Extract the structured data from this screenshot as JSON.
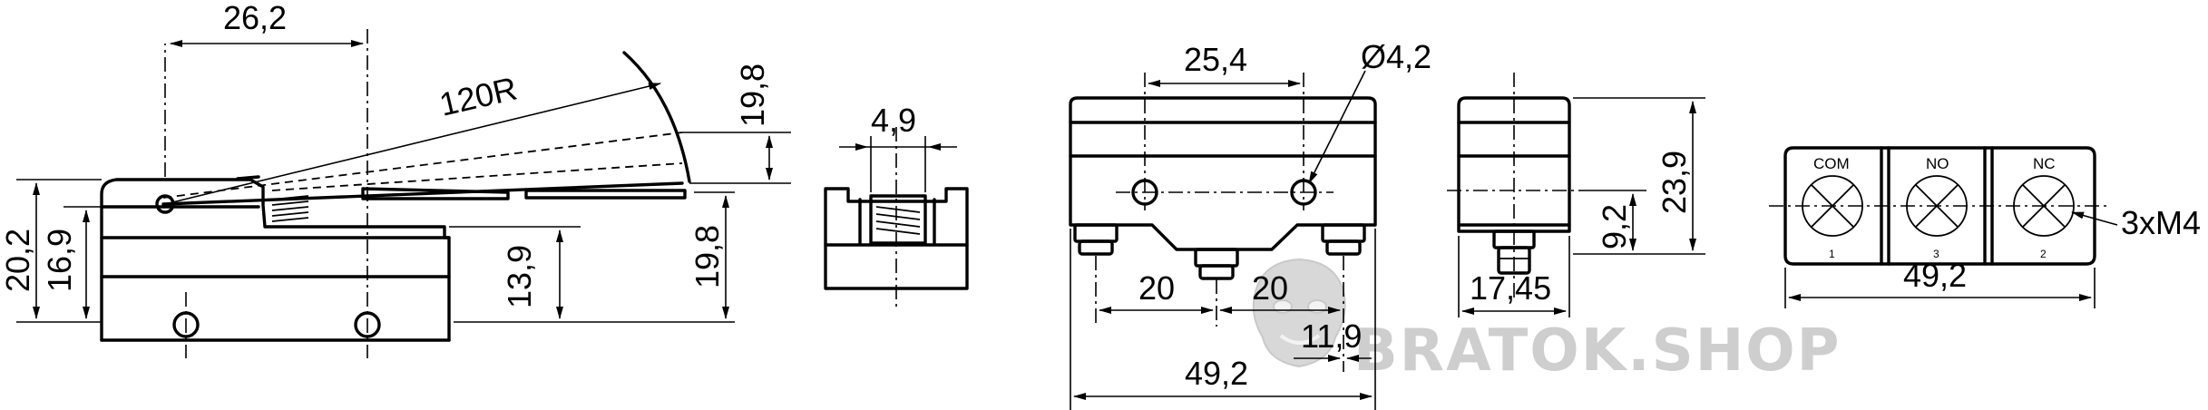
{
  "side_view": {
    "lever_offset": "26,2",
    "radius": "120R",
    "overtravel_height": "19,8",
    "height_total": "20,2",
    "height_body": "16,9",
    "mount_height": "13,9",
    "button_height": "19,8"
  },
  "plunger_detail": {
    "width": "4,9"
  },
  "front_view": {
    "hole_spacing": "25,4",
    "hole_diameter": "Ø4,2",
    "terminal_pitch_left": "20",
    "terminal_pitch_right": "20",
    "edge_to_terminal": "11,9",
    "overall_length": "49,2"
  },
  "end_view": {
    "height": "23,9",
    "hole_height": "9,2",
    "width": "17,45"
  },
  "terminal_view": {
    "labels": [
      "COM",
      "NO",
      "NC"
    ],
    "numbers": [
      "1",
      "3",
      "2"
    ],
    "screws": "3xM4",
    "length": "49,2"
  },
  "watermark": "BRATOK.SHOP"
}
